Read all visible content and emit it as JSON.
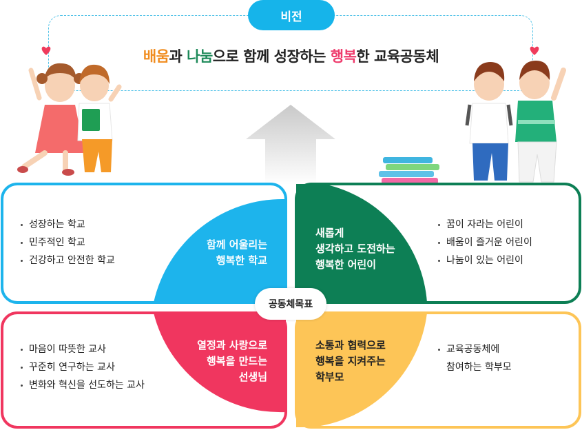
{
  "vision": {
    "pill_label": "비전",
    "statement": {
      "part1": "배움",
      "part2": "과 ",
      "part3": "나눔",
      "part4": "으로 함께 성장하는 ",
      "part5": "행복",
      "part6": "한 교육공동체"
    }
  },
  "center_label": "공동체목표",
  "quadrants": {
    "school": {
      "title_line1": "함께 어울리는",
      "title_line2": "행복한 학교",
      "items": [
        "성장하는 학교",
        "민주적인 학교",
        "건강하고 안전한 학교"
      ],
      "color": "#1db4ec"
    },
    "children": {
      "title_line1": "새롭게",
      "title_line2": "생각하고 도전하는",
      "title_line3": "행복한 어린이",
      "items": [
        "꿈이 자라는 어린이",
        "배움이 즐거운 어린이",
        "나눔이 있는 어린이"
      ],
      "color": "#0d7f55"
    },
    "teachers": {
      "title_line1": "열정과 사랑으로",
      "title_line2": "행복을 만드는",
      "title_line3": "선생님",
      "items": [
        "마음이 따뜻한 교사",
        "꾸준히 연구하는 교사",
        "변화와 혁신을 선도하는 교사"
      ],
      "color": "#f0365f"
    },
    "parents": {
      "title_line1": "소통과 협력으로",
      "title_line2": "행복을 지켜주는",
      "title_line3": "학부모",
      "items": [
        "교육공동체에",
        "참여하는 학부모"
      ],
      "color": "#fdc557"
    }
  }
}
